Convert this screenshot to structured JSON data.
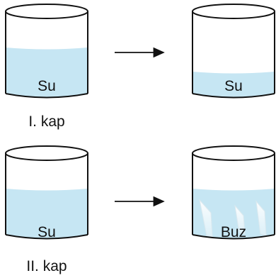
{
  "colors": {
    "water": "#c6e6f3",
    "outline": "#111111",
    "ice": "#ffffff"
  },
  "rows": [
    {
      "caption": "I. kap",
      "before": {
        "label": "Su",
        "fill_level": 0.6
      },
      "after": {
        "label": "Su",
        "fill_level": 0.25
      }
    },
    {
      "caption": "II. kap",
      "before": {
        "label": "Su",
        "fill_level": 0.6
      },
      "after": {
        "label": "Buz",
        "fill_level": 0.6
      }
    }
  ],
  "icons": {
    "arrow": "right-arrow-icon",
    "ice": "ice-shard-icon"
  }
}
